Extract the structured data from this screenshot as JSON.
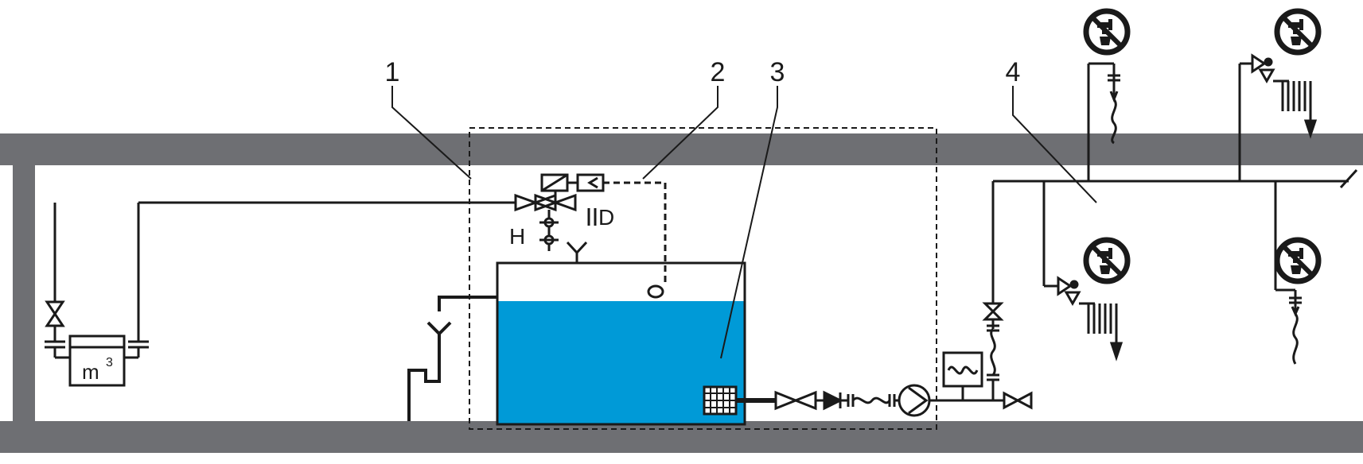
{
  "callouts": [
    {
      "id": "1",
      "label": "1"
    },
    {
      "id": "2",
      "label": "2"
    },
    {
      "id": "3",
      "label": "3"
    },
    {
      "id": "4",
      "label": "4"
    }
  ],
  "labels": {
    "h": "H",
    "d": "D",
    "meter_unit": "m",
    "meter_exp": "3"
  },
  "icons": [
    "no-drinking-water-icon"
  ],
  "colors": {
    "wall": "#6e6f73",
    "water": "#009ad7",
    "line": "#1a1a1a",
    "sign_ring": "#1a1a1a"
  }
}
